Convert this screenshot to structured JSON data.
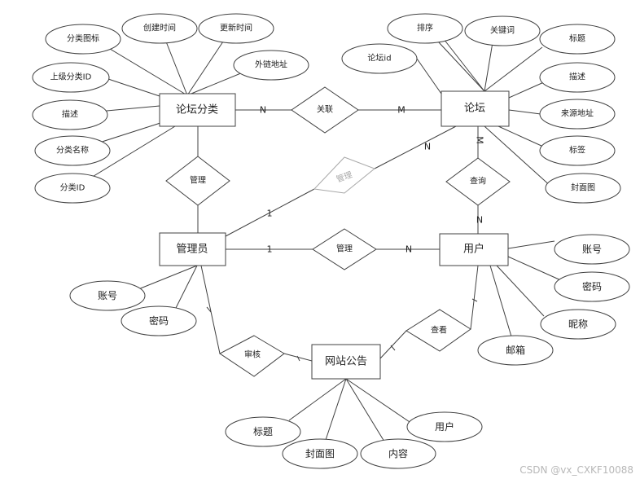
{
  "entities": [
    {
      "id": "forum_category",
      "label": "论坛分类"
    },
    {
      "id": "forum",
      "label": "论坛"
    },
    {
      "id": "admin",
      "label": "管理员"
    },
    {
      "id": "user",
      "label": "用户"
    },
    {
      "id": "notice",
      "label": "网站公告"
    }
  ],
  "relationships": [
    {
      "id": "rel_assoc",
      "label": "关联"
    },
    {
      "id": "rel_manage_cat",
      "label": "管理"
    },
    {
      "id": "rel_manage_forum",
      "label": "管理"
    },
    {
      "id": "rel_query",
      "label": "查询"
    },
    {
      "id": "rel_manage_user",
      "label": "管理"
    },
    {
      "id": "rel_review",
      "label": "审核"
    },
    {
      "id": "rel_view",
      "label": "查看"
    }
  ],
  "attributes": [
    {
      "id": "cat_icon",
      "label": "分类图标"
    },
    {
      "id": "cat_created",
      "label": "创建时间"
    },
    {
      "id": "cat_updated",
      "label": "更新时间"
    },
    {
      "id": "cat_extlink",
      "label": "外链地址"
    },
    {
      "id": "cat_parent_id",
      "label": "上级分类ID"
    },
    {
      "id": "cat_desc",
      "label": "描述"
    },
    {
      "id": "cat_name",
      "label": "分类名称"
    },
    {
      "id": "cat_id",
      "label": "分类ID"
    },
    {
      "id": "forum_sort",
      "label": "排序"
    },
    {
      "id": "forum_keyword",
      "label": "关键词"
    },
    {
      "id": "forum_title",
      "label": "标题"
    },
    {
      "id": "forum_id",
      "label": "论坛id"
    },
    {
      "id": "forum_desc",
      "label": "描述"
    },
    {
      "id": "forum_source",
      "label": "来源地址"
    },
    {
      "id": "forum_tag",
      "label": "标签"
    },
    {
      "id": "forum_cover",
      "label": "封面图"
    },
    {
      "id": "admin_account",
      "label": "账号"
    },
    {
      "id": "admin_password",
      "label": "密码"
    },
    {
      "id": "user_account",
      "label": "账号"
    },
    {
      "id": "user_password",
      "label": "密码"
    },
    {
      "id": "user_nickname",
      "label": "昵称"
    },
    {
      "id": "user_email",
      "label": "邮箱"
    },
    {
      "id": "notice_title",
      "label": "标题"
    },
    {
      "id": "notice_cover",
      "label": "封面图"
    },
    {
      "id": "notice_content",
      "label": "内容"
    },
    {
      "id": "notice_user",
      "label": "用户"
    }
  ],
  "cardinalities": [
    {
      "id": "card_cat_assoc",
      "label": "N"
    },
    {
      "id": "card_assoc_forum",
      "label": "M"
    },
    {
      "id": "card_forum_query",
      "label": "M"
    },
    {
      "id": "card_query_user",
      "label": "N"
    },
    {
      "id": "card_admin_manageforum",
      "label": "1"
    },
    {
      "id": "card_manageforum_forum",
      "label": "N"
    },
    {
      "id": "card_admin_manageuser",
      "label": "1"
    },
    {
      "id": "card_manageuser_user",
      "label": "N"
    }
  ],
  "watermark": "CSDN @vx_CXKF10088",
  "colors": {
    "stroke": "#404040",
    "entity_fill": "#ffffff",
    "faded": "#a8a8a8"
  }
}
